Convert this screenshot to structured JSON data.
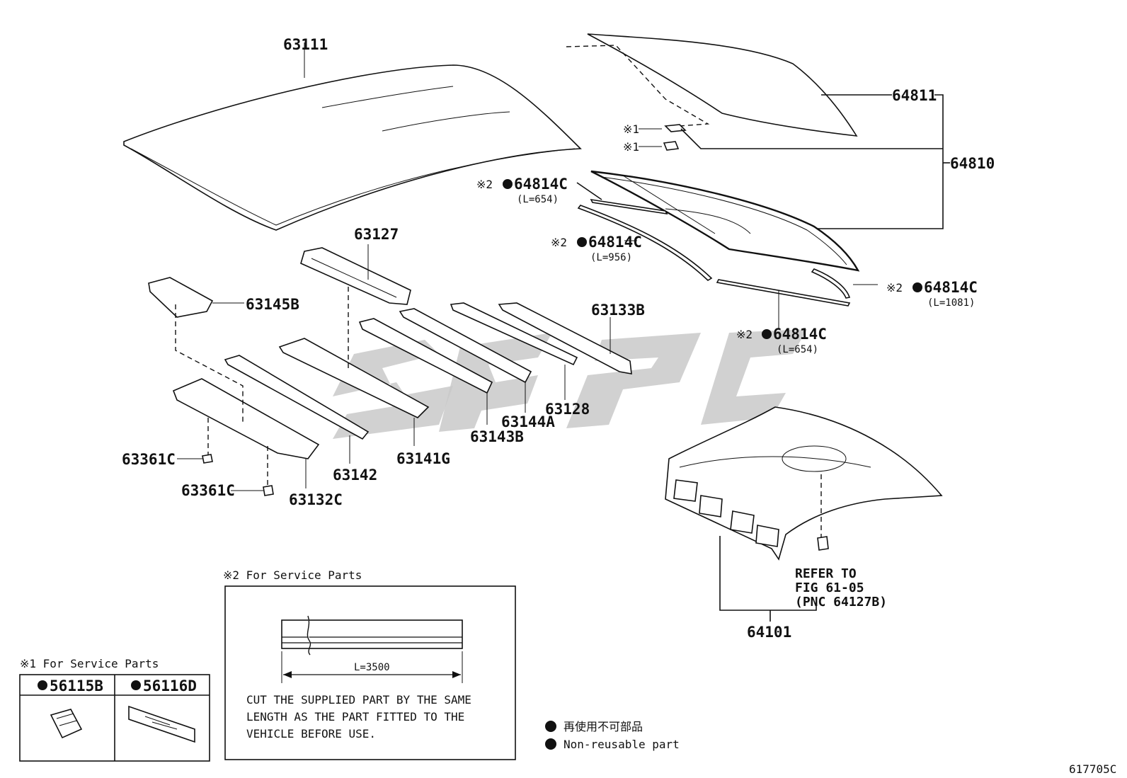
{
  "parts": {
    "p63111": "63111",
    "p64811": "64811",
    "p64810": "64810",
    "p63127": "63127",
    "p63145B": "63145B",
    "p63133B": "63133B",
    "p63128": "63128",
    "p63144A": "63144A",
    "p63143B": "63143B",
    "p63141G": "63141G",
    "p63142": "63142",
    "p63132C": "63132C",
    "p63361C_a": "63361C",
    "p63361C_b": "63361C",
    "p64101": "64101"
  },
  "moldings": [
    {
      "mark": "※2",
      "pn": "64814C",
      "length": "(L=654)"
    },
    {
      "mark": "※2",
      "pn": "64814C",
      "length": "(L=956)"
    },
    {
      "mark": "※2",
      "pn": "64814C",
      "length": "(L=1081)"
    },
    {
      "mark": "※2",
      "pn": "64814C",
      "length": "(L=654)"
    }
  ],
  "clip_marks": [
    "※1",
    "※1"
  ],
  "refer": {
    "line1": "REFER TO",
    "line2": "FIG 61-05",
    "line3": "(PNC 64127B)"
  },
  "service_box_2": {
    "title": "※2 For Service Parts",
    "length": "L=3500",
    "instructions": [
      "CUT THE SUPPLIED PART BY THE SAME",
      "LENGTH AS THE PART FITTED TO THE",
      "VEHICLE BEFORE USE."
    ]
  },
  "service_box_1": {
    "title": "※1 For Service Parts",
    "col1": "56115B",
    "col2": "56116D"
  },
  "legend": {
    "line1": "再使用不可部品",
    "line2": "Non-reusable part"
  },
  "figure_id": "617705C",
  "colors": {
    "ink": "#111111",
    "watermark": "#c9c9c9"
  }
}
